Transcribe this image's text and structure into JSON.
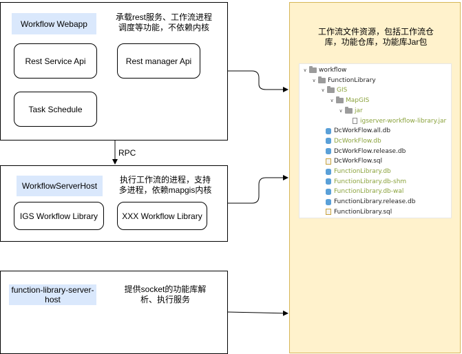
{
  "nodes": {
    "webapp": {
      "tag": "Workflow  Webapp",
      "note_line1": "承载rest服务、工作流进程",
      "note_line2": "调度等功能，不依赖内核",
      "items": [
        "Rest Service Api",
        "Rest manager Api",
        "Task Schedule"
      ]
    },
    "rpc_label": "RPC",
    "server_host": {
      "tag": "WorkflowServerHost",
      "note_line1": "执行工作流的进程，支持",
      "note_line2": "多进程，依赖mapgis内核",
      "items": [
        "IGS Workflow Library",
        "XXX Workflow Library"
      ]
    },
    "function_host": {
      "tag_line1": "function-library-server-",
      "tag_line2": "host",
      "note_line1": "提供socket的功能库解",
      "note_line2": "析、执行服务"
    }
  },
  "panel": {
    "text_line1": "工作流文件资源，包括工作流仓",
    "text_line2": "库，功能仓库，功能库Jar包"
  },
  "tree": [
    {
      "label": "workflow",
      "icon": "folder-icon",
      "chevron": "expanded",
      "color": "#222222"
    },
    {
      "label": "FunctionLibrary",
      "icon": "folder-icon",
      "chevron": "expanded",
      "color": "#222222"
    },
    {
      "label": "GIS",
      "icon": "folder-icon",
      "chevron": "expanded",
      "color": "#8aa23c"
    },
    {
      "label": "MapGIS",
      "icon": "folder-icon",
      "chevron": "expanded",
      "color": "#8aa23c"
    },
    {
      "label": "jar",
      "icon": "folder-icon",
      "chevron": "expanded",
      "color": "#8aa23c"
    },
    {
      "label": "igserver-workflow-library.jar",
      "icon": "jar-file-icon",
      "chevron": "none",
      "color": "#8aa23c"
    },
    {
      "label": "DcWorkFlow.all.db",
      "icon": "database-icon",
      "chevron": "none",
      "color": "#222222"
    },
    {
      "label": "DcWorkFlow.db",
      "icon": "database-icon",
      "chevron": "none",
      "color": "#8aa23c"
    },
    {
      "label": "DcWorkFlow.release.db",
      "icon": "database-icon",
      "chevron": "none",
      "color": "#222222"
    },
    {
      "label": "DcWorkFlow.sql",
      "icon": "sql-file-icon",
      "chevron": "none",
      "color": "#222222"
    },
    {
      "label": "FunctionLibrary.db",
      "icon": "database-icon",
      "chevron": "none",
      "color": "#8aa23c"
    },
    {
      "label": "FunctionLibrary.db-shm",
      "icon": "database-icon",
      "chevron": "none",
      "color": "#8aa23c"
    },
    {
      "label": "FunctionLibrary.db-wal",
      "icon": "database-icon",
      "chevron": "none",
      "color": "#8aa23c"
    },
    {
      "label": "FunctionLibrary.release.db",
      "icon": "database-icon",
      "chevron": "none",
      "color": "#222222"
    },
    {
      "label": "FunctionLibrary.sql",
      "icon": "sql-file-icon",
      "chevron": "none",
      "color": "#222222"
    }
  ],
  "colors": {
    "tag_fill": "#dae8fc",
    "panel_fill": "#fff2cc",
    "panel_border": "#d6b656"
  }
}
